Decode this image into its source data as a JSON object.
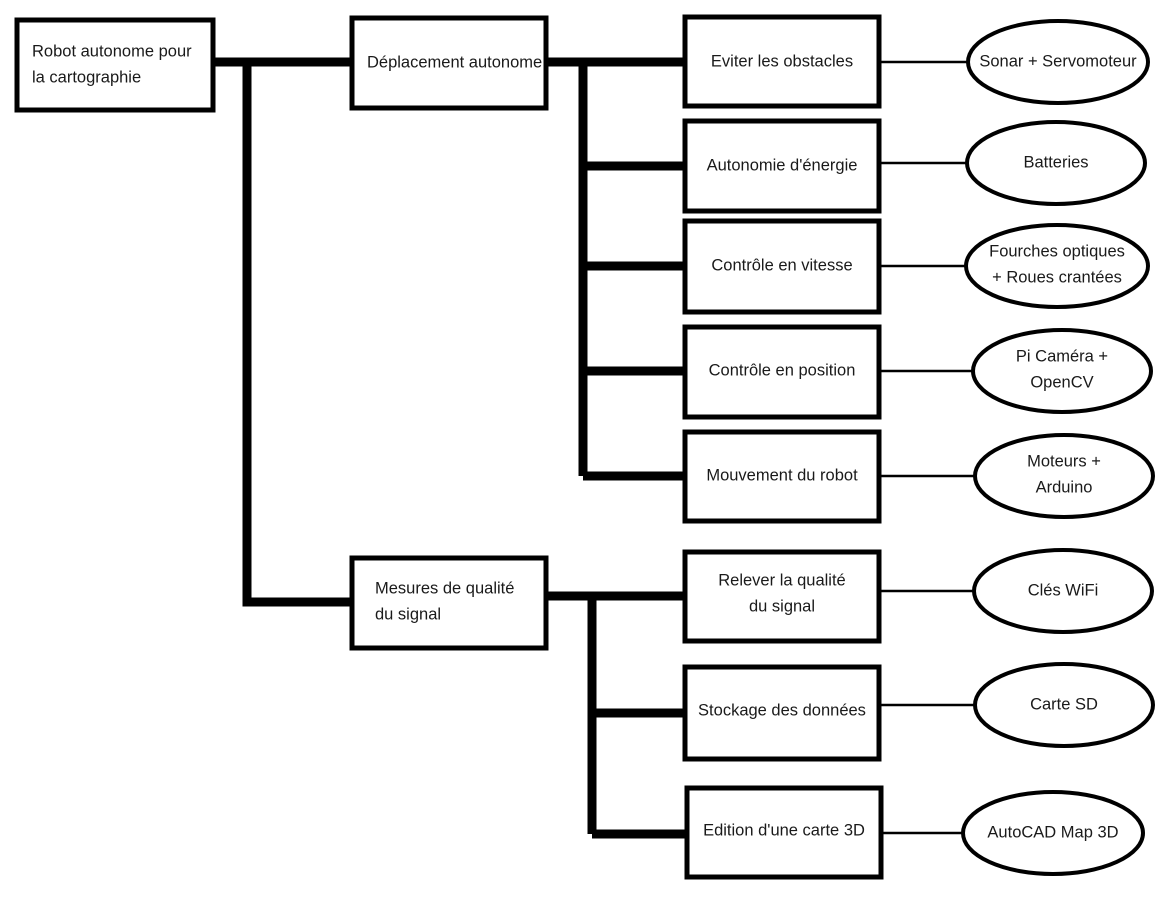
{
  "diagram": {
    "type": "tree-breakdown",
    "title_node": "Robot autonome pour la cartographie",
    "background_color": "#ffffff",
    "line_color": "#000000",
    "text_color": "#1a1a1a"
  },
  "root": {
    "label_line1": "Robot autonome pour",
    "label_line2": "la cartographie"
  },
  "branches": [
    {
      "label_line1": "Déplacement autonome",
      "label_line2": ""
    },
    {
      "label_line1": "Mesures de qualité",
      "label_line2": "du signal"
    }
  ],
  "tasks": [
    {
      "label_line1": "Eviter les obstacles",
      "label_line2": ""
    },
    {
      "label_line1": "Autonomie d'énergie",
      "label_line2": ""
    },
    {
      "label_line1": "Contrôle en vitesse",
      "label_line2": ""
    },
    {
      "label_line1": "Contrôle en position",
      "label_line2": ""
    },
    {
      "label_line1": "Mouvement du robot",
      "label_line2": ""
    },
    {
      "label_line1": "Relever la qualité",
      "label_line2": "du signal"
    },
    {
      "label_line1": "Stockage des données",
      "label_line2": ""
    },
    {
      "label_line1": "Edition d'une carte 3D",
      "label_line2": ""
    }
  ],
  "solutions": [
    {
      "label_line1": "Sonar + Servomoteur",
      "label_line2": ""
    },
    {
      "label_line1": "Batteries",
      "label_line2": ""
    },
    {
      "label_line1": "Fourches optiques",
      "label_line2": "+ Roues crantées"
    },
    {
      "label_line1": "Pi Caméra +",
      "label_line2": "OpenCV"
    },
    {
      "label_line1": "Moteurs +",
      "label_line2": "Arduino"
    },
    {
      "label_line1": "Clés WiFi",
      "label_line2": ""
    },
    {
      "label_line1": "Carte SD",
      "label_line2": ""
    },
    {
      "label_line1": "AutoCAD Map 3D",
      "label_line2": ""
    }
  ]
}
